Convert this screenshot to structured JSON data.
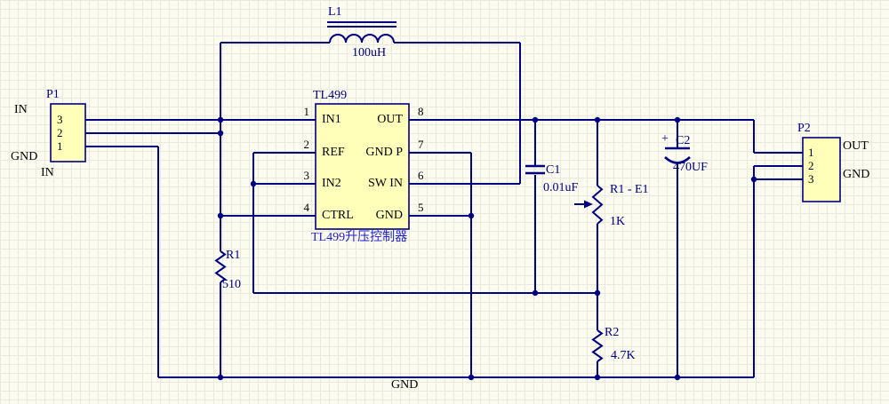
{
  "colors": {
    "wire": "#000080",
    "component_fill": "#FFFFB9",
    "component_outline": "#000080",
    "designator_text": "#000080",
    "label_text": "#000000",
    "annotation_text": "#2222CC",
    "canvas_background": "#FBFBF0"
  },
  "schematic": {
    "p1": {
      "designator": "P1",
      "pins": [
        "3",
        "2",
        "1"
      ],
      "label_in_top": "IN",
      "label_gnd": "GND",
      "label_in_bottom": "IN"
    },
    "l1": {
      "designator": "L1",
      "value": "100uH"
    },
    "u1": {
      "designator": "TL499",
      "caption": "TL499升压控制器",
      "left_pins": [
        {
          "num": "1",
          "name": "IN1"
        },
        {
          "num": "2",
          "name": "REF"
        },
        {
          "num": "3",
          "name": "IN2"
        },
        {
          "num": "4",
          "name": "CTRL"
        }
      ],
      "right_pins": [
        {
          "num": "8",
          "name": "OUT"
        },
        {
          "num": "7",
          "name": "GND P"
        },
        {
          "num": "6",
          "name": "SW IN"
        },
        {
          "num": "5",
          "name": "GND"
        }
      ]
    },
    "c1": {
      "designator": "C1",
      "value": "0.01uF"
    },
    "pot": {
      "designator": "R1 - E1",
      "value": "1K"
    },
    "c2": {
      "designator": "C2",
      "value": "470UF",
      "polarity": "+"
    },
    "r1": {
      "designator": "R1",
      "value": "510"
    },
    "r2": {
      "designator": "R2",
      "value": "4.7K"
    },
    "p2": {
      "designator": "P2",
      "pins": [
        "1",
        "2",
        "3"
      ],
      "label_out": "OUT",
      "label_gnd": "GND"
    },
    "gnd_net_label": "GND"
  }
}
